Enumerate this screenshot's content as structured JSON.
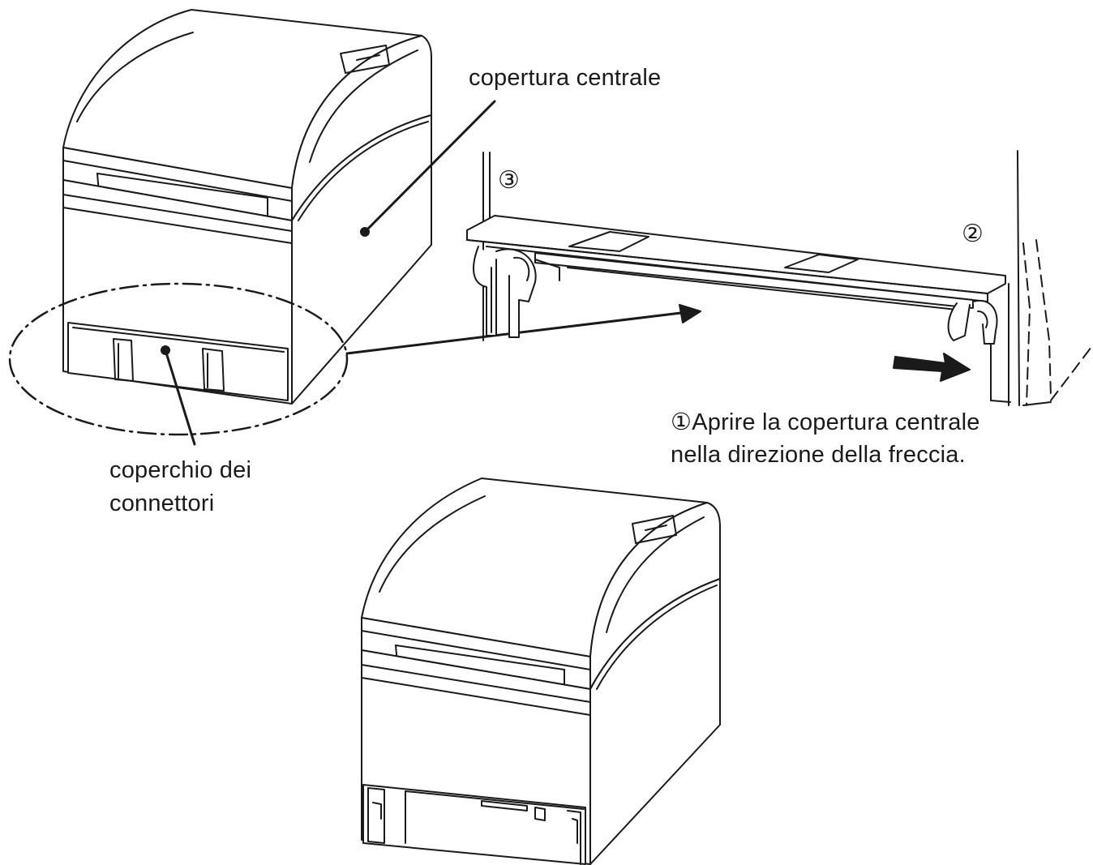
{
  "labels": {
    "center_cover": "copertura centrale",
    "connector_cover_line1": "coperchio dei",
    "connector_cover_line2": "connettori",
    "step1_line1": "①Aprire la copertura centrale",
    "step1_line2": "nella direzione della freccia.",
    "step2_marker": "②",
    "step3_marker": "③"
  },
  "colors": {
    "line": "#1a1a1a",
    "fill": "#ffffff",
    "arrow": "#1a1a1a"
  }
}
